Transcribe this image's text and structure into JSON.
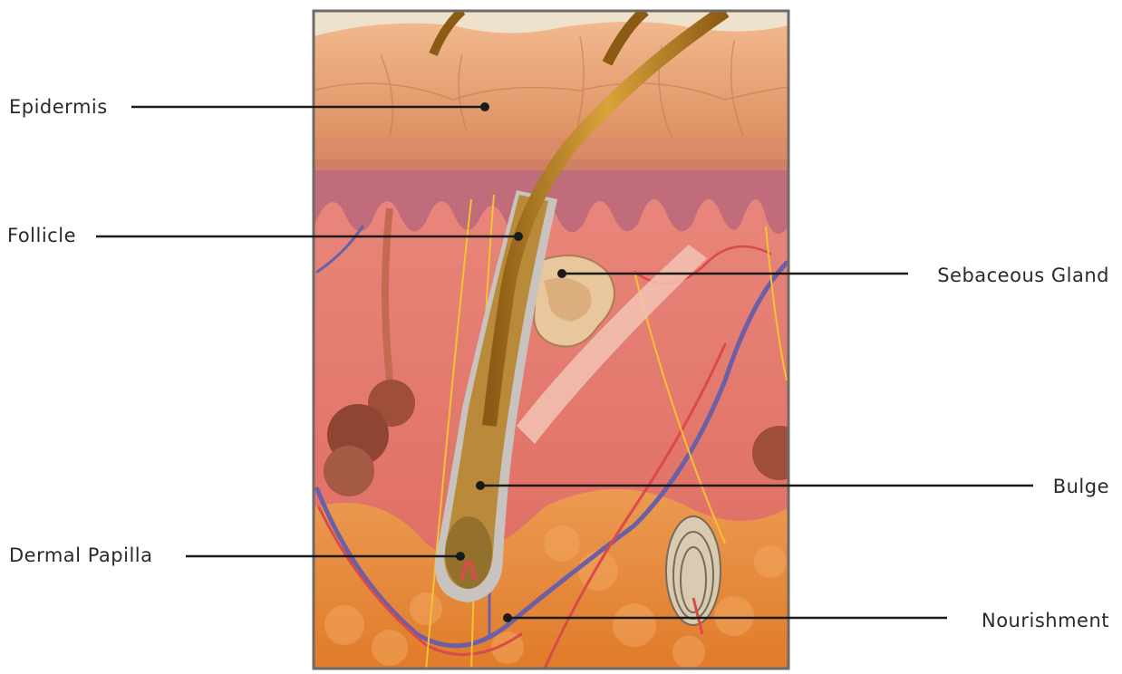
{
  "diagram": {
    "labels": {
      "epidermis": "Epidermis",
      "follicle": "Follicle",
      "dermal_papilla": "Dermal Papilla",
      "sebaceous_gland": "Sebaceous Gland",
      "bulge": "Bulge",
      "nourishment": "Nourishment"
    },
    "colors": {
      "frame": "#6f6a66",
      "epidermis": "#e9a577",
      "dermis": "#e57c70",
      "fat": "#e48a3b",
      "hair_shaft": "#b98320",
      "leader_line": "#1a1a1a"
    }
  }
}
